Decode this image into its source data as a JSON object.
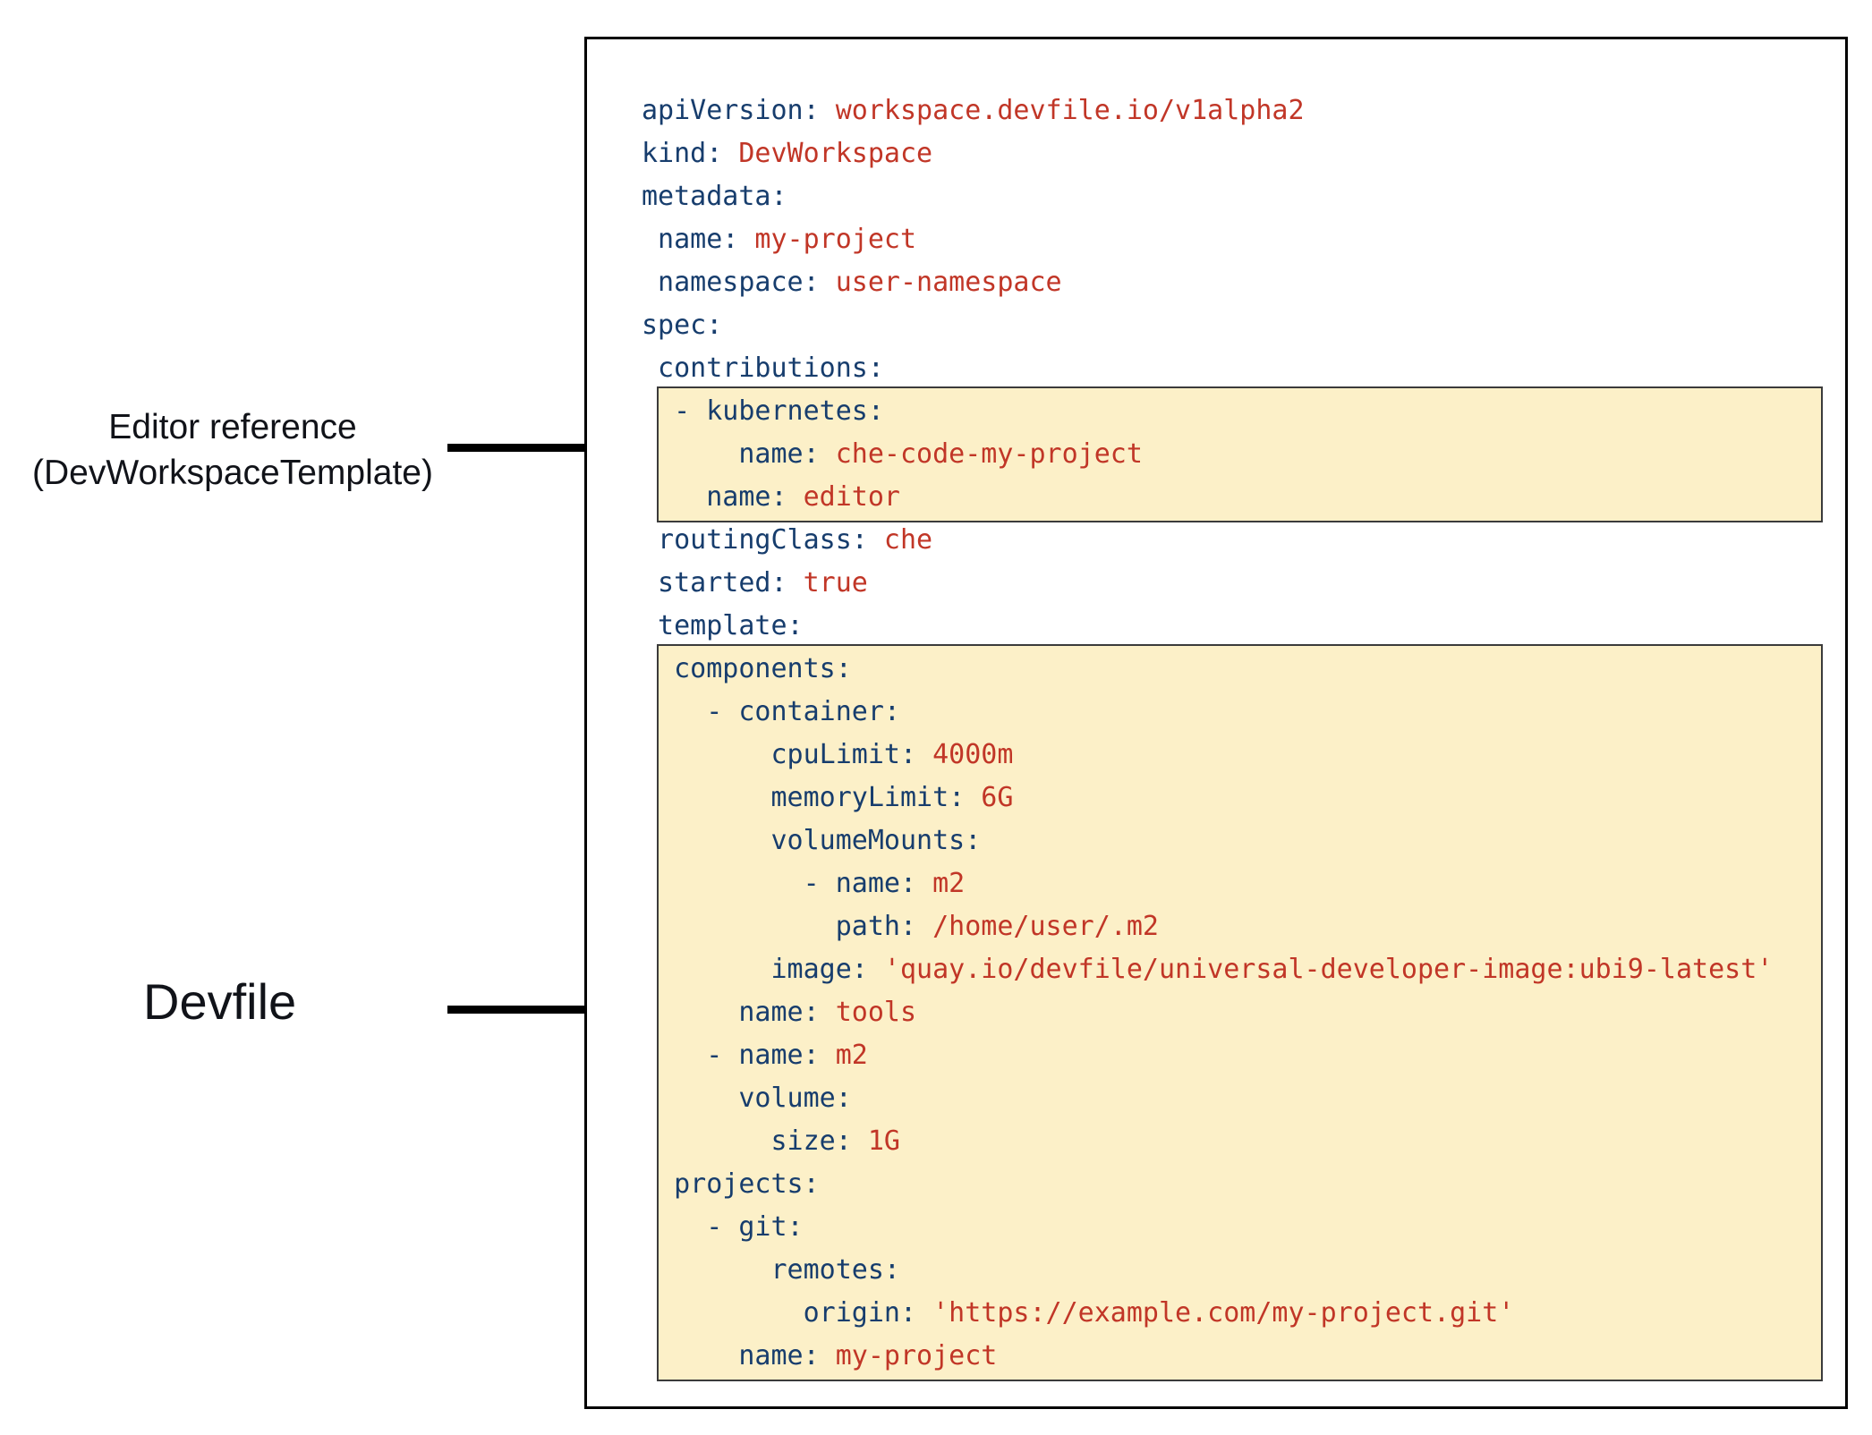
{
  "annotations": {
    "editor_reference": {
      "line1": "Editor reference",
      "line2": "(DevWorkspaceTemplate)"
    },
    "devfile": {
      "label": "Devfile"
    }
  },
  "colors": {
    "key": "#173d6d",
    "value": "#c13627",
    "highlight_bg": "#fcf0c8",
    "highlight_border": "#3b3b3b",
    "box_border": "#000000",
    "label_text": "#111319"
  },
  "code": {
    "sections": [
      {
        "name": "yaml-header-block",
        "highlight": false,
        "lines": [
          {
            "indent": 0,
            "key": "apiVersion:",
            "value": "workspace.devfile.io/v1alpha2"
          },
          {
            "indent": 0,
            "key": "kind:",
            "value": "DevWorkspace"
          },
          {
            "indent": 0,
            "key": "metadata:",
            "value": ""
          },
          {
            "indent": 1,
            "key": "name:",
            "value": "my-project"
          },
          {
            "indent": 1,
            "key": "namespace:",
            "value": "user-namespace"
          },
          {
            "indent": 0,
            "key": "spec:",
            "value": ""
          },
          {
            "indent": 1,
            "key": "contributions:",
            "value": ""
          }
        ]
      },
      {
        "name": "editor-reference-highlight",
        "highlight": true,
        "lines": [
          {
            "indent": 2,
            "key": "- kubernetes:",
            "value": ""
          },
          {
            "indent": 6,
            "key": "name:",
            "value": "che-code-my-project"
          },
          {
            "indent": 4,
            "key": "name:",
            "value": "editor"
          }
        ]
      },
      {
        "name": "yaml-middle-block",
        "highlight": false,
        "lines": [
          {
            "indent": 1,
            "key": "routingClass:",
            "value": "che"
          },
          {
            "indent": 1,
            "key": "started:",
            "value": "true"
          },
          {
            "indent": 1,
            "key": "template:",
            "value": ""
          }
        ]
      },
      {
        "name": "devfile-highlight",
        "highlight": true,
        "lines": [
          {
            "indent": 2,
            "key": "components:",
            "value": ""
          },
          {
            "indent": 4,
            "key": "- container:",
            "value": ""
          },
          {
            "indent": 8,
            "key": "cpuLimit:",
            "value": "4000m"
          },
          {
            "indent": 8,
            "key": "memoryLimit:",
            "value": "6G"
          },
          {
            "indent": 8,
            "key": "volumeMounts:",
            "value": ""
          },
          {
            "indent": 10,
            "key": "- name:",
            "value": "m2"
          },
          {
            "indent": 12,
            "key": "path:",
            "value": "/home/user/.m2"
          },
          {
            "indent": 8,
            "key": "image:",
            "value": "'quay.io/devfile/universal-developer-image:ubi9-latest'"
          },
          {
            "indent": 6,
            "key": "name:",
            "value": "tools"
          },
          {
            "indent": 4,
            "key": "- name:",
            "value": "m2"
          },
          {
            "indent": 6,
            "key": "volume:",
            "value": ""
          },
          {
            "indent": 8,
            "key": "size:",
            "value": "1G"
          },
          {
            "indent": 2,
            "key": "projects:",
            "value": ""
          },
          {
            "indent": 4,
            "key": "- git:",
            "value": ""
          },
          {
            "indent": 8,
            "key": "remotes:",
            "value": ""
          },
          {
            "indent": 10,
            "key": "origin:",
            "value": "'https://example.com/my-project.git'"
          },
          {
            "indent": 6,
            "key": "name:",
            "value": "my-project"
          }
        ]
      }
    ]
  }
}
